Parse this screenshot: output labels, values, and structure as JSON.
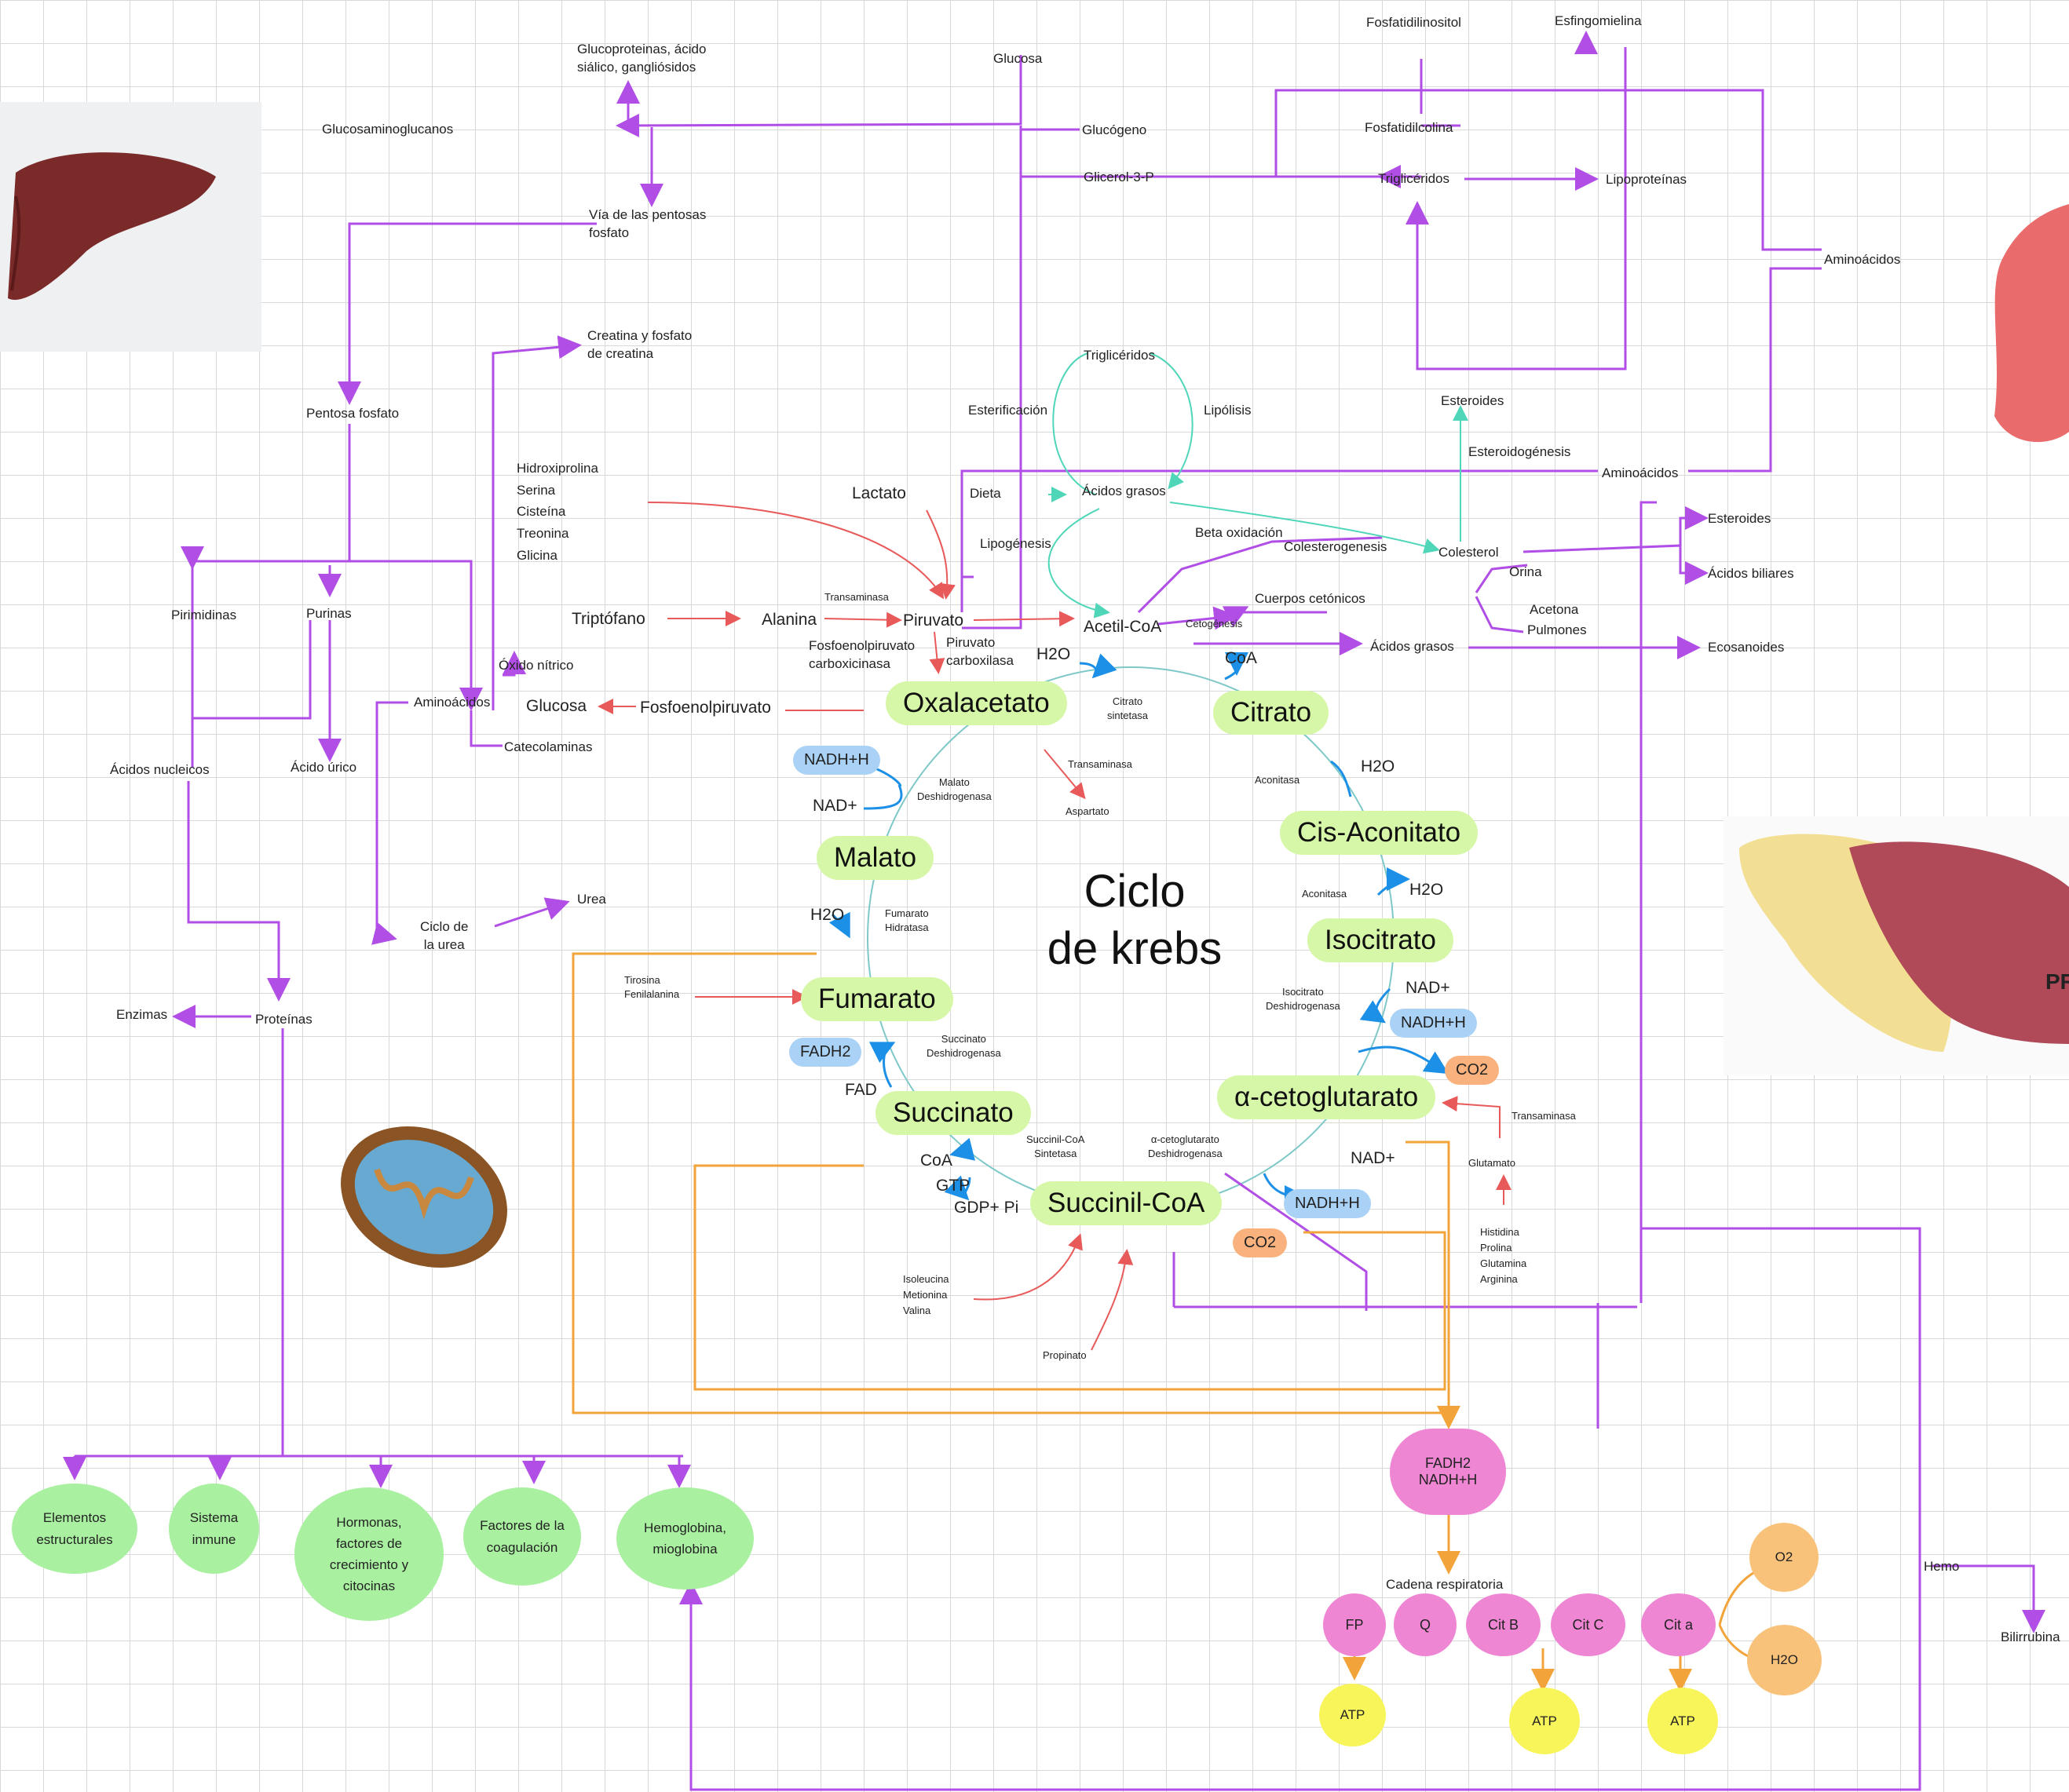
{
  "center_title": [
    "Ciclo",
    "de krebs"
  ],
  "krebs_nodes": {
    "oxalacetato": "Oxalacetato",
    "citrato": "Citrato",
    "cis_aconitato": "Cis-Aconitato",
    "isocitrato": "Isocitrato",
    "alfa_cetoglutarato": "α-cetoglutarato",
    "succinil_coa": "Succinil-CoA",
    "succinato": "Succinato",
    "fumarato": "Fumarato",
    "malato": "Malato"
  },
  "chips": {
    "nadh_malato": "NADH+H",
    "fadh2": "FADH2",
    "nadh_isocitrato": "NADH+H",
    "co2_isocitrato": "CO2",
    "nadh_cetoglutarato": "NADH+H",
    "co2_cetoglutarato": "CO2"
  },
  "labels": {
    "glucoproteinas": "Glucoproteinas, ácido\nsiálico, gangliósidos",
    "glucosa_top": "Glucosa",
    "fosfatidilinositol": "Fosfatidilinositol",
    "esfingomielina": "Esfingomielina",
    "glucosaminoglucanos": "Glucosaminoglucanos",
    "glucogeno": "Glucógeno",
    "fosfatidilcolina": "Fosfatidilcolina",
    "glicerol": "Glicerol-3-P",
    "trigliceridos_top": "Triglicéridos",
    "lipoproteinas": "Lipoproteínas",
    "aminoacidos_right": "Aminoácidos",
    "via_pentosas": "Vía de las pentosas\nfosfato",
    "creatina": "Creatina y fosfato\nde creatina",
    "trigliceridos_mid": "Triglicéridos",
    "pentosa_fosfato": "Pentosa fosfato",
    "esterificacion": "Esterificación",
    "lipolisis": "Lipólisis",
    "esteroides_mid": "Esteroides",
    "esteroidogenesis": "Esteroidogénesis",
    "aminoacidos_mid": "Aminoácidos",
    "hidroxiprolina_list": "Hidroxiprolina\nSerina\nCisteína\nTreonina\nGlicina",
    "lactato": "Lactato",
    "dieta": "Dieta",
    "acidos_grasos_top": "Ácidos grasos",
    "beta_oxidacion": "Beta oxidación",
    "lipogenesis": "Lipogénesis",
    "colesterogenesis": "Colesterogenesis",
    "colesterol": "Colesterol",
    "esteroides_right": "Esteroides",
    "acidos_biliares": "Ácidos biliares",
    "orina": "Orina",
    "acetona": "Acetona",
    "pulmones": "Pulmones",
    "pirimidinas": "Pirimidinas",
    "purinas": "Purinas",
    "triptofano": "Triptófano",
    "alanina": "Alanina",
    "transaminasa_ala": "Transaminasa",
    "piruvato": "Piruvato",
    "acetil_coa": "Acetil-CoA",
    "cetogenesis": "Cetogénesis",
    "cuerpos_cetonicos": "Cuerpos cetónicos",
    "fepc": "Fosfoenolpiruvato\ncarboxicinasa",
    "piruvato_carboxilasa": "Piruvato\ncarboxilasa",
    "h2o_acetil": "H2O",
    "acidos_grasos_low": "Ácidos grasos",
    "ecosanoides": "Ecosanoides",
    "coa_citrato": "CoA",
    "oxido_nitrico": "Óxido nítrico",
    "aminoacidos_left": "Aminoácidos",
    "glucosa_left": "Glucosa",
    "fosfoenolpiruvato": "Fosfoenolpiruvato",
    "citrato_sintetasa": "Citrato\nsintetasa",
    "catecolaminas": "Catecolaminas",
    "acidos_nucleicos": "Ácidos nucleicos",
    "acido_urico": "Ácido úrico",
    "nad_malato": "NAD+",
    "malato_dh": "Malato\nDeshidrogenasa",
    "transaminasa_asp": "Transaminasa",
    "aspartato": "Aspartato",
    "aconitasa1": "Aconitasa",
    "h2o_aconitasa1": "H2O",
    "aconitasa2": "Aconitasa",
    "h2o_aconitasa2": "H2O",
    "urea": "Urea",
    "ciclo_urea": "Ciclo de\nla urea",
    "h2o_fumarato": "H2O",
    "fumarato_hidratasa": "Fumarato\nHidratasa",
    "isocitrato_dh": "Isocitrato\nDeshidrogenasa",
    "nad_isocitrato": "NAD+",
    "tirosina": "Tirosina\nFenilalanina",
    "enzimas": "Enzimas",
    "proteinas": "Proteínas",
    "succinato_dh": "Succinato\nDeshidrogenasa",
    "fad": "FAD",
    "transaminasa_glu": "Transaminasa",
    "glutamato": "Glutamato",
    "succinil_sintetasa": "Succinil-CoA\nSintetasa",
    "akg_dh": "α-cetoglutarato\nDeshidrogenasa",
    "coa_succinil": "CoA",
    "gtp": "GTP",
    "gdp": "GDP+ Pi",
    "nad_akg": "NAD+",
    "histidina": "Histidina\nProlina\nGlutamina\nArginina",
    "isoleucina": "Isoleucina\nMetionina\nValina",
    "propinato": "Propinato",
    "cadena": "Cadena respiratoria",
    "hemo": "Hemo",
    "bilirrubina": "Bilirrubina"
  },
  "bottom_groups": [
    "Elementos\nestructurales",
    "Sistema\ninmune",
    "Hormonas,\nfactores de\ncrecimiento y\ncitocinas",
    "Factores de la\ncoagulación",
    "Hemoglobina,\nmioglobina"
  ],
  "respiratory_chain": {
    "fadh_nadh": "FADH2\nNADH+H",
    "fp": "FP",
    "q": "Q",
    "cit_b": "Cit B",
    "cit_c": "Cit C",
    "cit_a": "Cit a",
    "atp1": "ATP",
    "atp2": "ATP",
    "atp3": "ATP",
    "o2": "O2",
    "h2o": "H2O"
  },
  "colors": {
    "purple": "#b04ee6",
    "red": "#e85a5a",
    "teal": "#4fd6b8",
    "blue": "#1c8fe6",
    "orange": "#f2a43a",
    "krebs_node": "#d6f7a8",
    "nadh_chip": "#aad2f7",
    "co2_chip": "#f9b27d",
    "group_green": "#a9f0a0",
    "chain_pink": "#ef86d3",
    "atp_yellow": "#f8f55b"
  },
  "icons": [
    "liver-image",
    "intestine-image",
    "muscle-image",
    "mitochondria-image"
  ]
}
